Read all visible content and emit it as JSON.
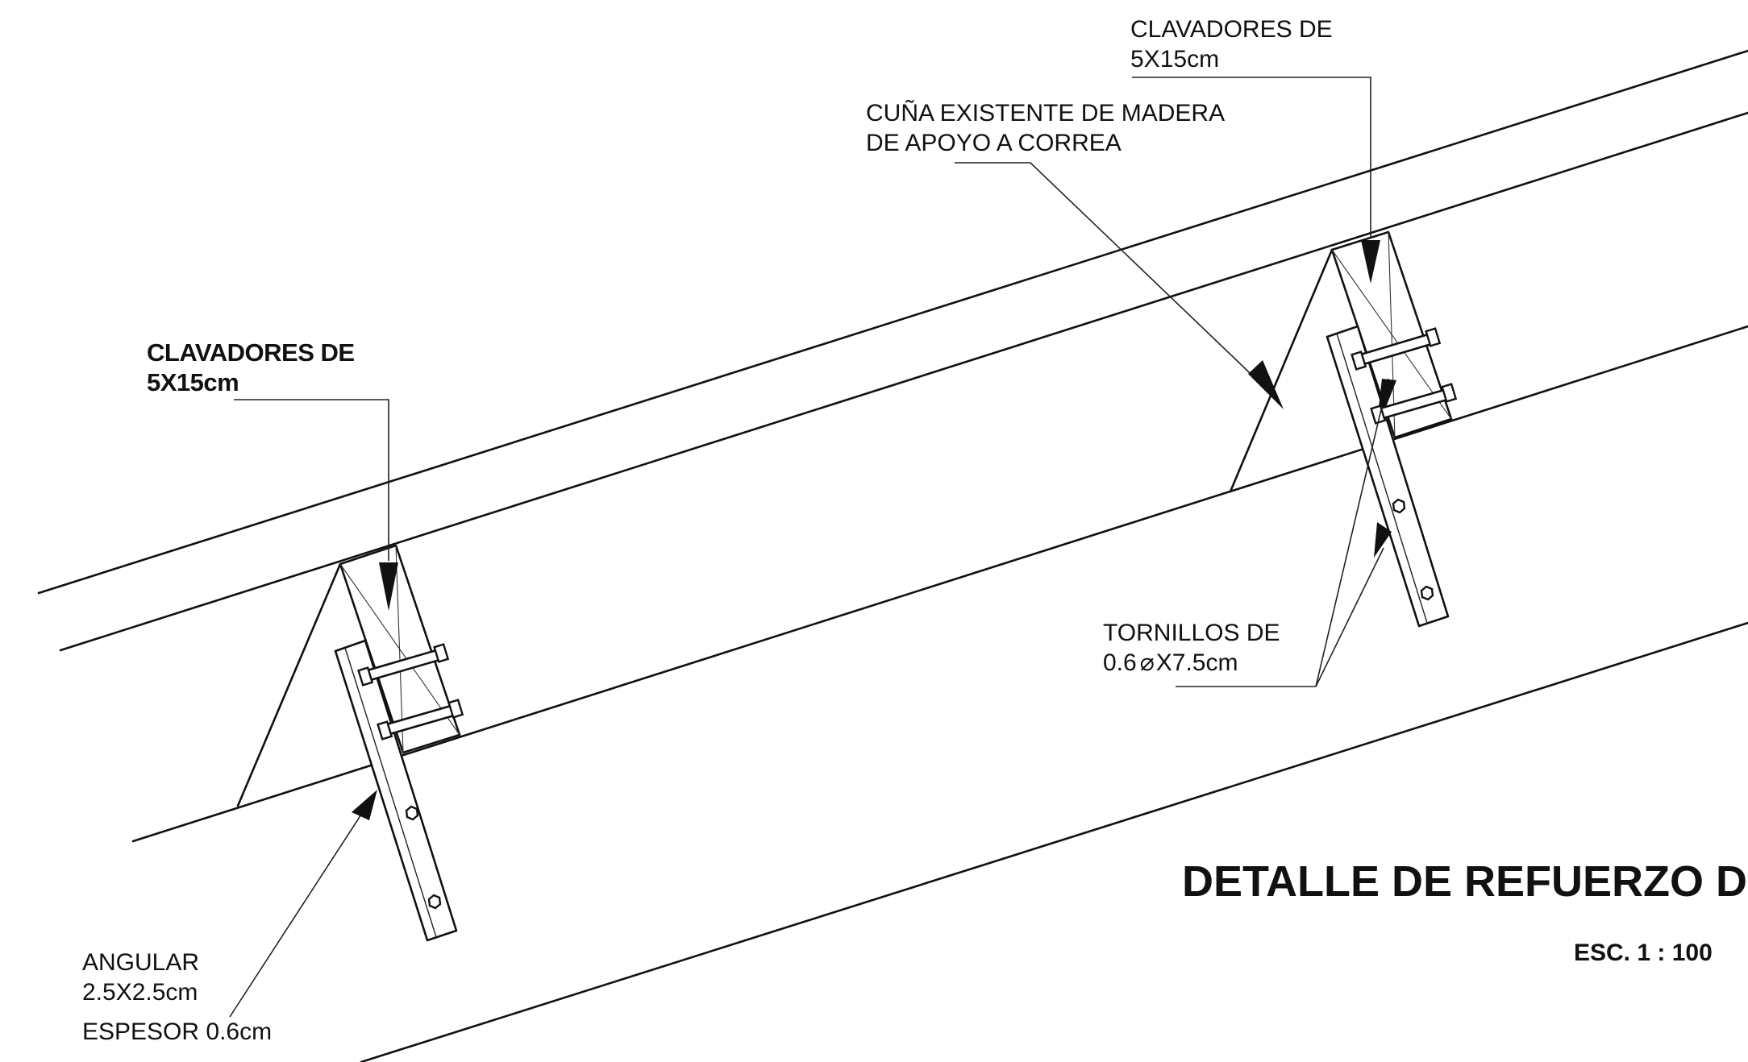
{
  "drawing": {
    "title": "DETALLE DE REFUERZO DE",
    "scale": "ESC. 1 : 100"
  },
  "labels": {
    "clavadores_left_1": "CLAVADORES DE",
    "clavadores_left_2": "5X15cm",
    "clavadores_right_1": "CLAVADORES DE",
    "clavadores_right_2": "5X15cm",
    "cuna_1": "CUÑA EXISTENTE DE MADERA",
    "cuna_2": "DE APOYO A CORREA",
    "tornillos_1": "TORNILLOS DE",
    "tornillos_2": "0.6",
    "tornillos_3": "X7.5cm",
    "angular_1": "ANGULAR",
    "angular_2": "2.5X2.5cm",
    "angular_3": "ESPESOR 0.6cm"
  }
}
